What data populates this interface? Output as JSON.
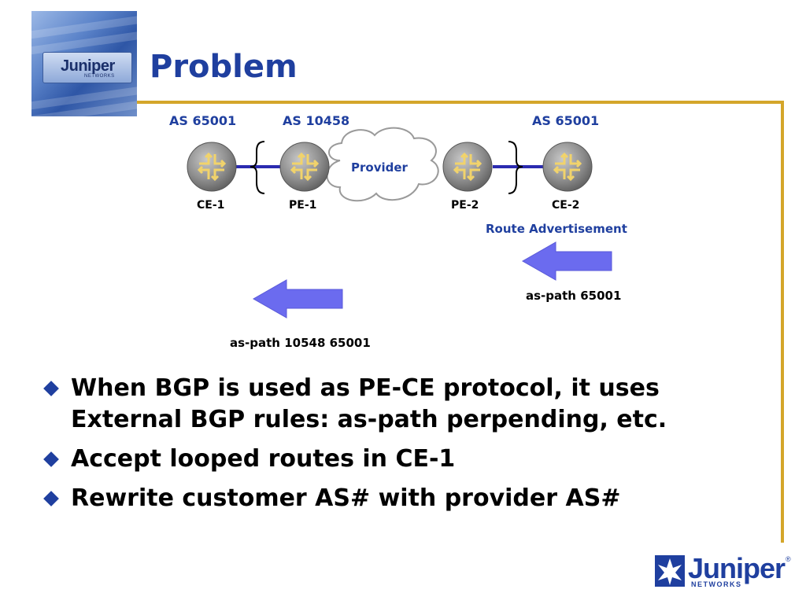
{
  "slide": {
    "title": "Problem"
  },
  "header_logo": {
    "text": "Juniper",
    "subtext": "NETWORKS"
  },
  "diagram": {
    "as_labels": [
      "AS 65001",
      "AS 10458",
      "AS 65001"
    ],
    "cloud_label": "Provider",
    "nodes": [
      "CE-1",
      "PE-1",
      "PE-2",
      "CE-2"
    ],
    "route_advertisement": "Route Advertisement",
    "as_path_1": "as-path 65001",
    "as_path_2": "as-path 10548 65001"
  },
  "bullets": [
    "When BGP is used as PE-CE protocol, it uses External BGP rules: as-path perpending, etc.",
    "Accept looped routes in CE-1",
    "Rewrite customer AS# with provider AS#"
  ],
  "footer_logo": {
    "text": "Juniper",
    "subtext": "NETWORKS",
    "mark": "®"
  },
  "colors": {
    "title": "#1f3f9f",
    "rule": "#d4a62a",
    "arrow": "#6b6bef",
    "router": "#8a8a8a",
    "link": "#2a2ab0"
  }
}
